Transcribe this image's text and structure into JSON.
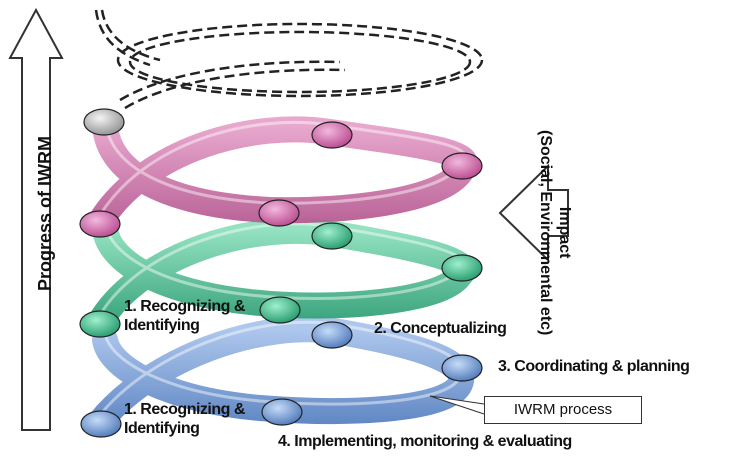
{
  "diagram": {
    "progress_label": "Progress of IWRM",
    "impact_label": "Impact",
    "impact_sub": "(Social, Environmental etc)",
    "callout": "IWRM process",
    "steps": {
      "recognizing_line1": "1. Recognizing &",
      "recognizing_line2": "Identifying",
      "recognizing2_line1": "1. Recognizing &",
      "recognizing2_line2": "Identifying",
      "conceptualizing": "2. Conceptualizing",
      "coordinating": "3. Coordinating & planning",
      "implementing": "4. Implementing, monitoring & evaluating"
    },
    "colors": {
      "pink": "#c96fa6",
      "green": "#48b98f",
      "blue": "#6d95cf",
      "gray": "#b9b9b9"
    }
  }
}
